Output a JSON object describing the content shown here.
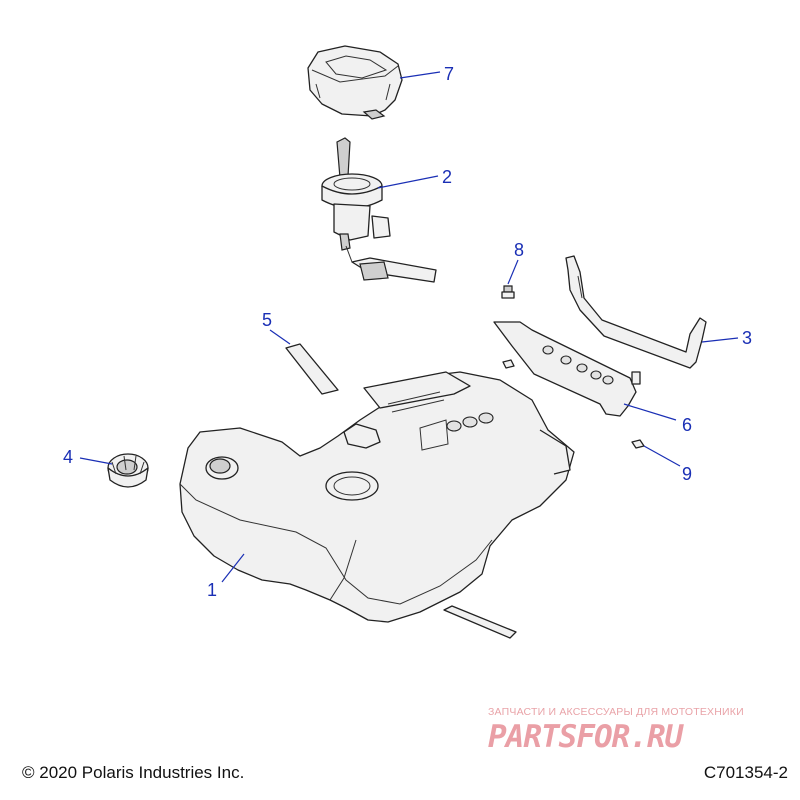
{
  "callouts": [
    {
      "id": "1",
      "label": "1"
    },
    {
      "id": "2",
      "label": "2"
    },
    {
      "id": "3",
      "label": "3"
    },
    {
      "id": "4",
      "label": "4"
    },
    {
      "id": "5",
      "label": "5"
    },
    {
      "id": "6",
      "label": "6"
    },
    {
      "id": "7",
      "label": "7"
    },
    {
      "id": "8",
      "label": "8"
    },
    {
      "id": "9",
      "label": "9"
    }
  ],
  "footer": {
    "copyright": "© 2020 Polaris Industries Inc.",
    "figure_code": "C701354-2"
  },
  "watermark": {
    "tagline": "ЗАПЧАСТИ И АКСЕССУАРЫ ДЛЯ МОТОТЕХНИКИ",
    "brand": "PARTSFOR.RU"
  },
  "colors": {
    "callout": "#1a2fb5",
    "watermark": "#e9a3a8"
  }
}
